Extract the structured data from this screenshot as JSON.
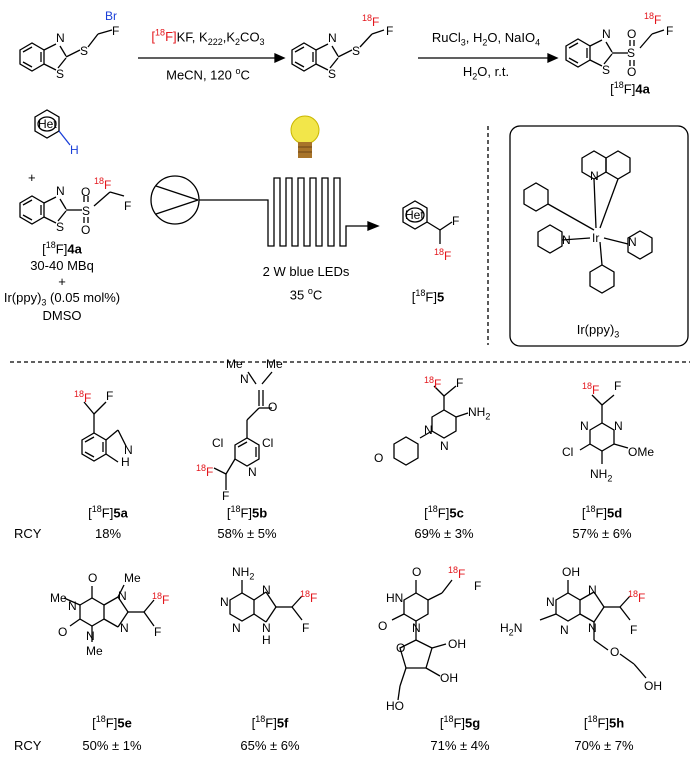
{
  "reaction1": {
    "reagents": "[18F]KF, K222,K2CO3",
    "conditions": "MeCN, 120 oC",
    "step2_reagents": "RuCl3, H2O, NaIO4",
    "step2_conditions": "H2O, r.t.",
    "product_label": "[18F]4a"
  },
  "flow": {
    "substrate_label": "Het",
    "reagent_label": "[18F]4a",
    "activity": "30-40 MBq",
    "plus": "+",
    "catalyst": "Ir(ppy)3 (0.05 mol%)",
    "solvent": "DMSO",
    "light": "2 W blue LEDs",
    "temperature": "35 oC",
    "product_label": "[18F]5",
    "catalyst_box_label": "Ir(ppy)3"
  },
  "scope": {
    "rcy_label": "RCY",
    "compounds": [
      {
        "id": "[18F]5a",
        "rcy": "18%"
      },
      {
        "id": "[18F]5b",
        "rcy": "58% ± 5%"
      },
      {
        "id": "[18F]5c",
        "rcy": "69% ± 3%"
      },
      {
        "id": "[18F]5d",
        "rcy": "57% ± 6%"
      },
      {
        "id": "[18F]5e",
        "rcy": "50% ± 1%"
      },
      {
        "id": "[18F]5f",
        "rcy": "65% ± 6%"
      },
      {
        "id": "[18F]5g",
        "rcy": "71% ± 4%"
      },
      {
        "id": "[18F]5h",
        "rcy": "70% ± 7%"
      }
    ]
  },
  "colors": {
    "fluorine": "#e3161c",
    "hydrogen": "#1a3fd8",
    "bulb": "#f2e64a"
  }
}
